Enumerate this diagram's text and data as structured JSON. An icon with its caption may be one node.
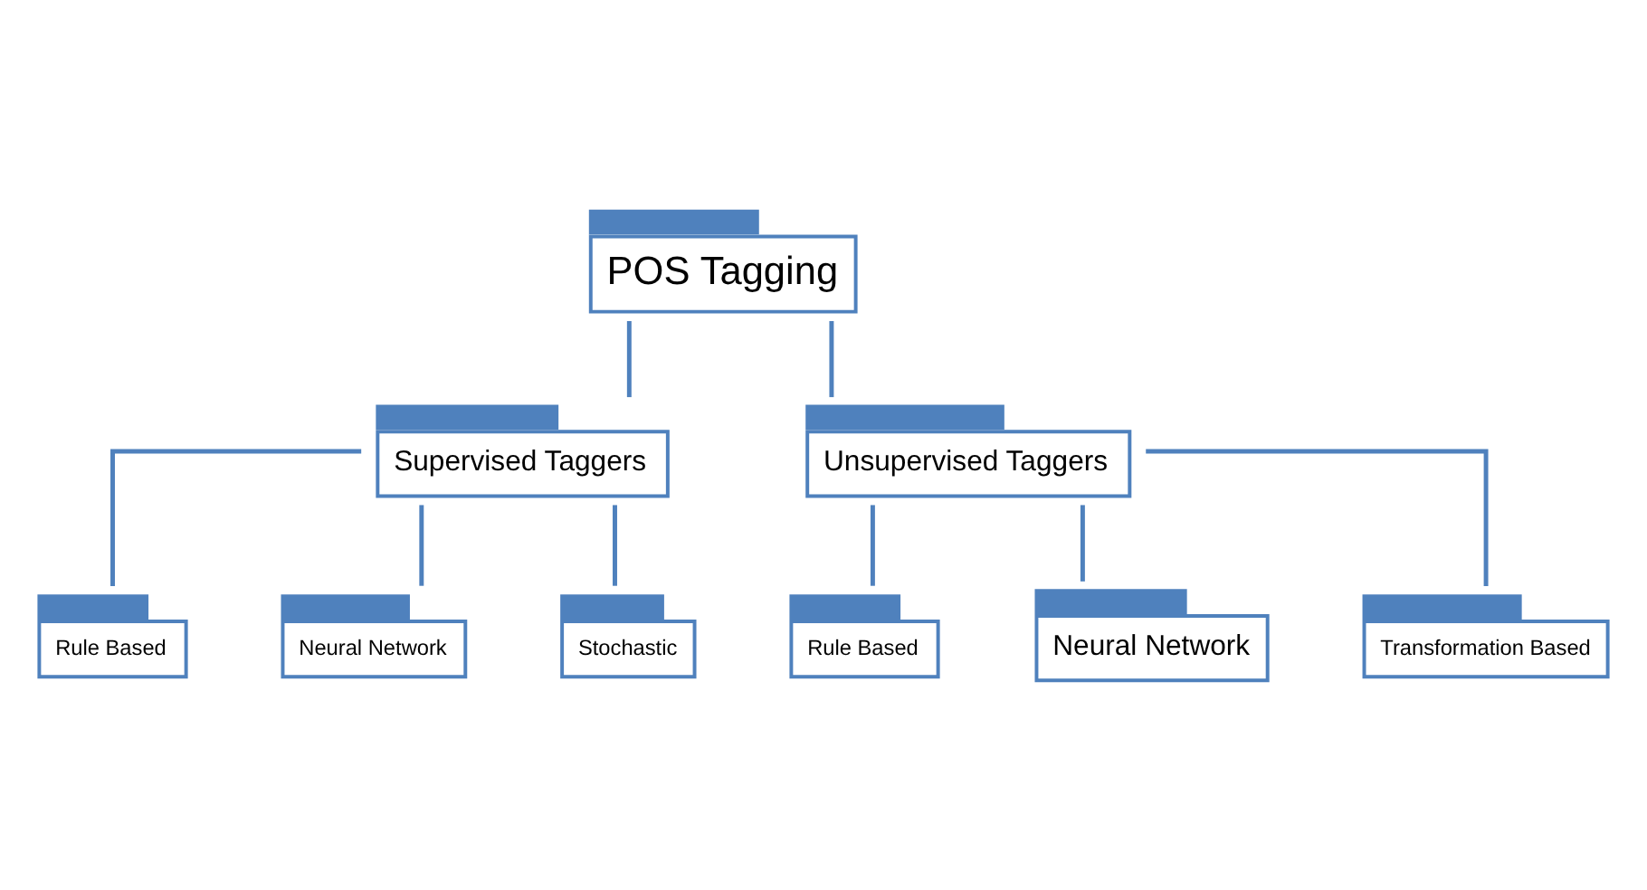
{
  "diagram": {
    "nodes": [
      {
        "text": [
          "POS Tagging"
        ]
      },
      {
        "text": [
          "Supervised Taggers"
        ]
      },
      {
        "text": [
          "Unsupervised Taggers"
        ]
      },
      {
        "text": [
          "Rule Based"
        ]
      },
      {
        "text": [
          "Neural Network"
        ]
      },
      {
        "text": [
          "Stochastic"
        ]
      },
      {
        "text": [
          "Rule Based"
        ]
      },
      {
        "text": [
          "Neural Network"
        ]
      },
      {
        "text": [
          "Transformation Based"
        ]
      }
    ],
    "edges": [
      {
        "from": 0,
        "to": 1,
        "arrow": "none"
      },
      {
        "from": 0,
        "to": 2,
        "arrow": "none"
      },
      {
        "from": 1,
        "to": 3,
        "arrow": "none"
      },
      {
        "from": 1,
        "to": 4,
        "arrow": "none"
      },
      {
        "from": 1,
        "to": 5,
        "arrow": "none"
      },
      {
        "from": 2,
        "to": 6,
        "arrow": "none"
      },
      {
        "from": 2,
        "to": 7,
        "arrow": "none"
      },
      {
        "from": 2,
        "to": 8,
        "arrow": "none"
      }
    ]
  }
}
